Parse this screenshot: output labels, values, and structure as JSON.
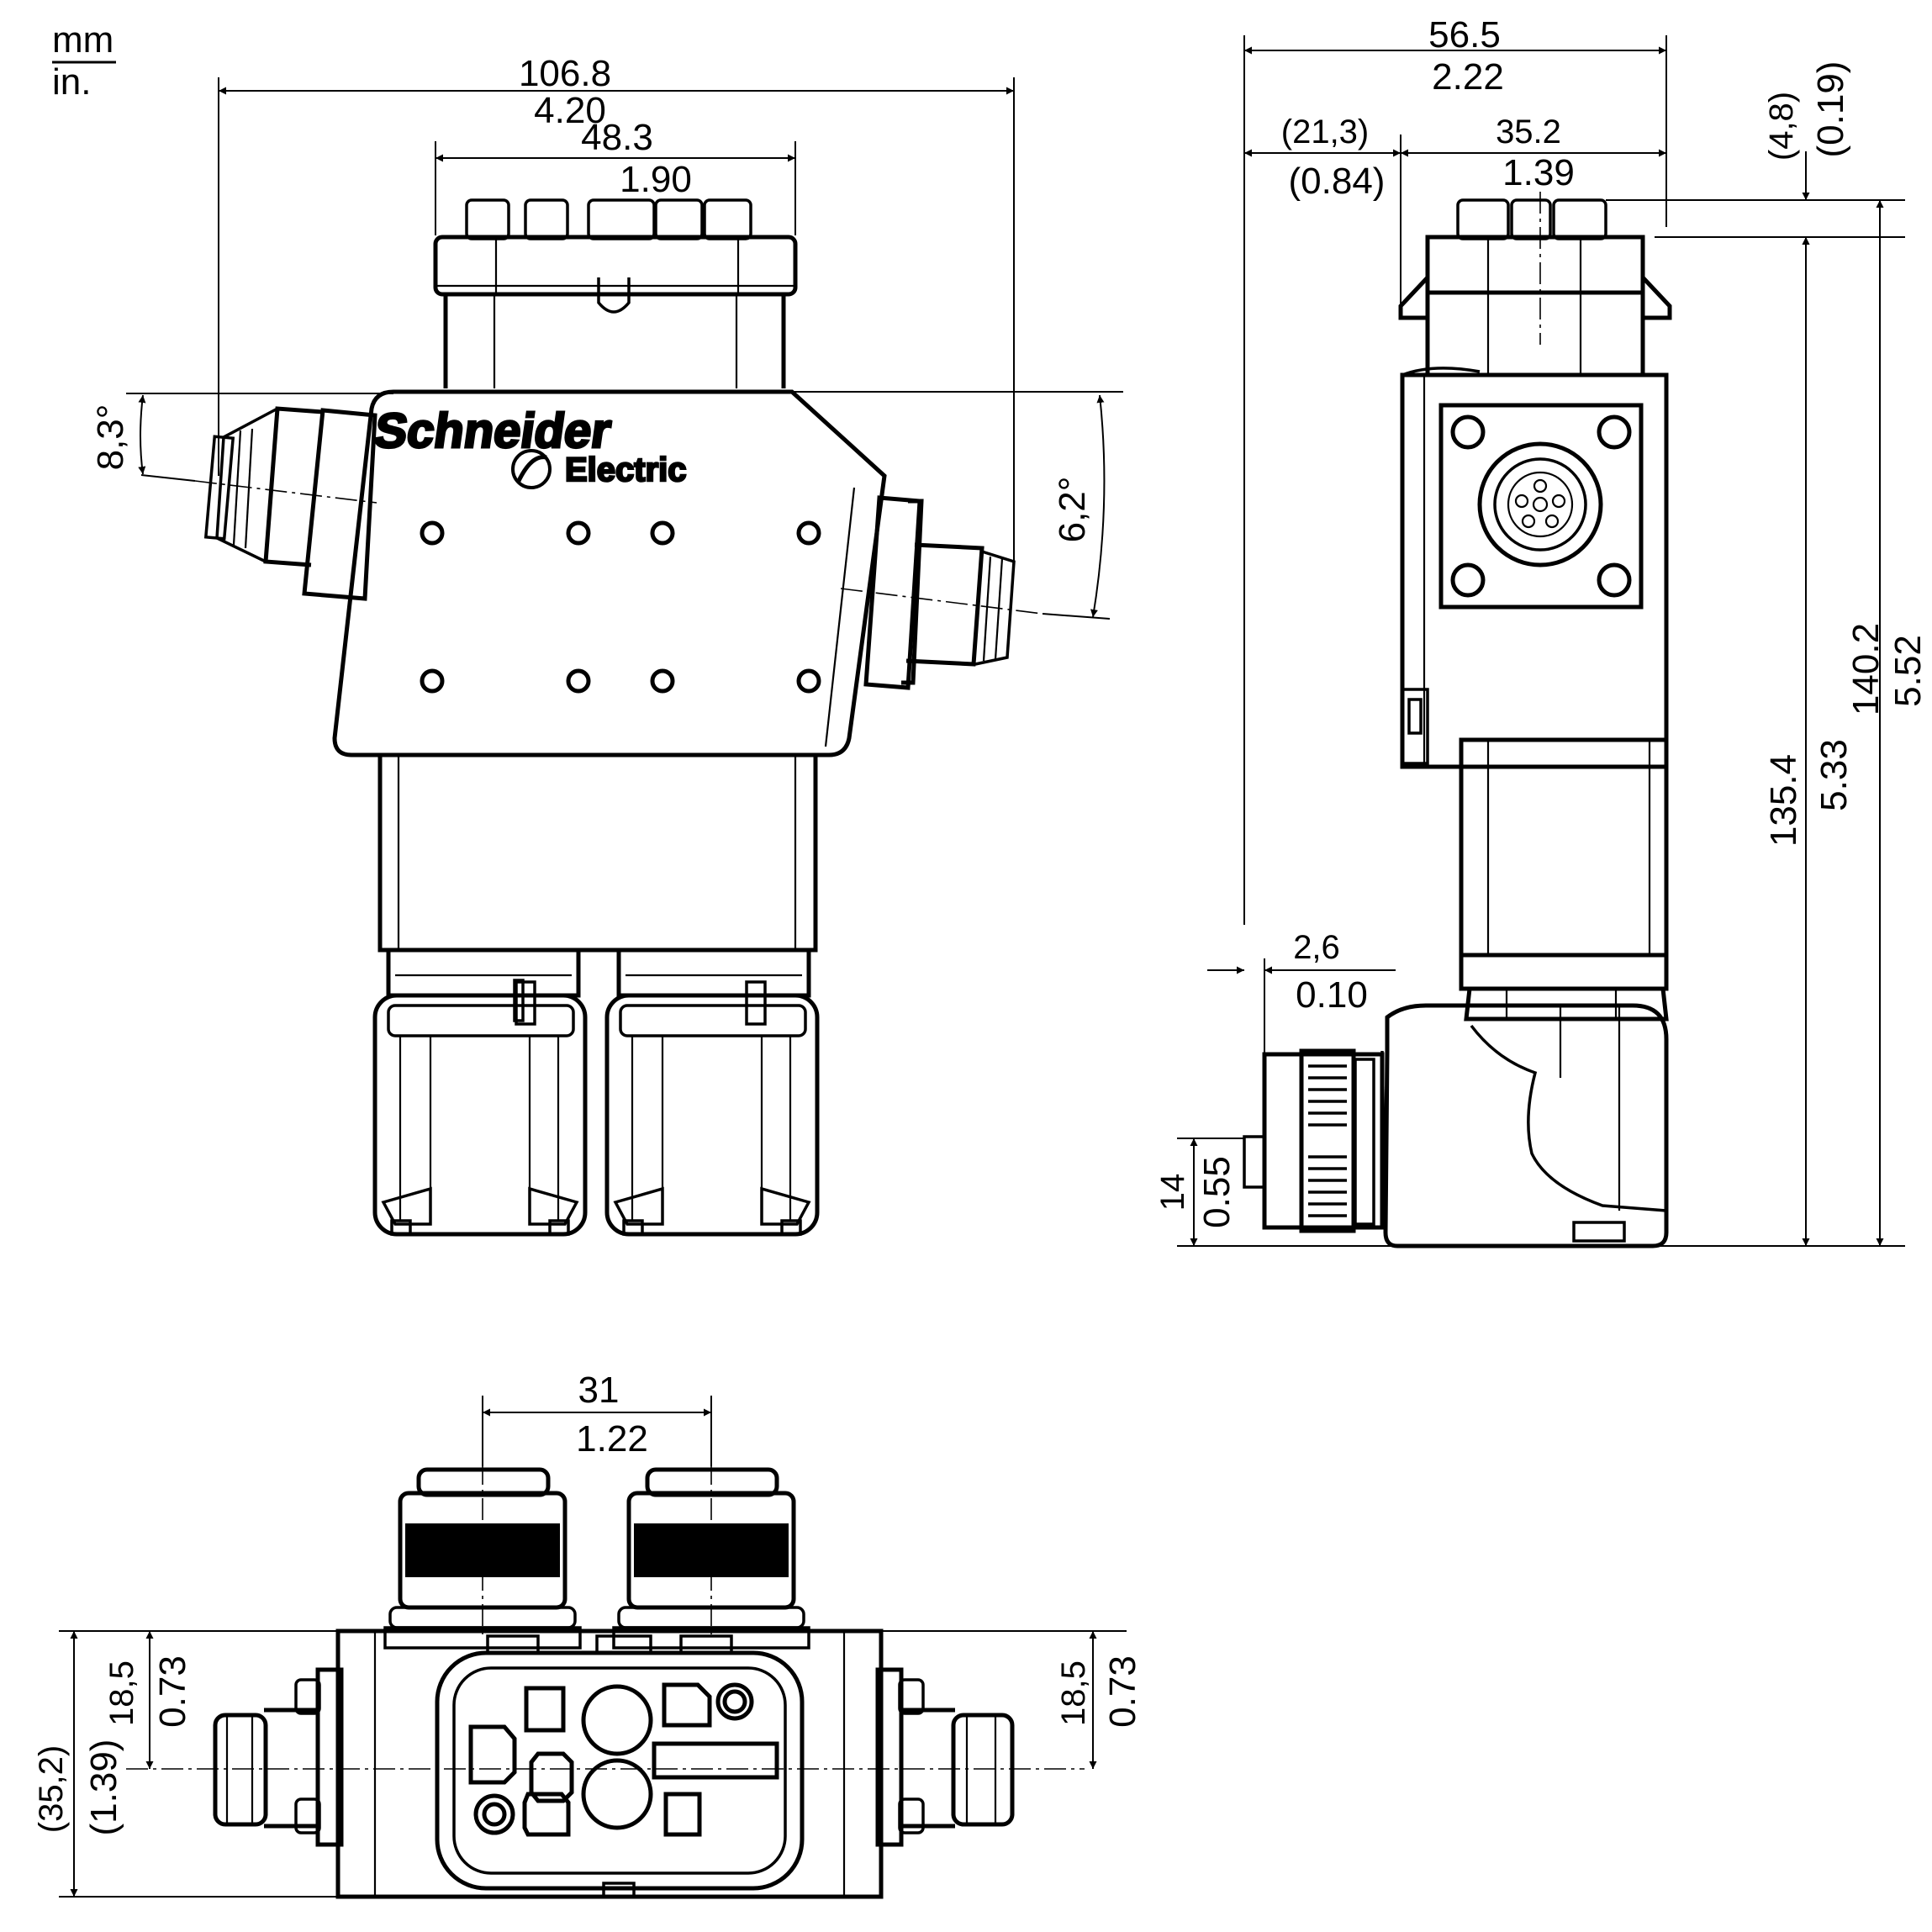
{
  "units": {
    "top": "mm",
    "bottom": "in."
  },
  "front_view": {
    "overall_width": {
      "mm": "106.8",
      "in": "4.20"
    },
    "connector_width": {
      "mm": "48.3",
      "in": "1.90"
    },
    "left_angle": "8,3°",
    "right_angle": "6,2°",
    "logo": {
      "line1": "Schneider",
      "line2": "Electric"
    }
  },
  "side_view": {
    "overall_depth": {
      "mm": "56.5",
      "in": "2.22"
    },
    "offset_depth": {
      "mm": "(21,3)",
      "in": "(0.84)"
    },
    "body_depth": {
      "mm": "35.2",
      "in": "1.39"
    },
    "top_offset": {
      "mm": "(4,8)",
      "in": "(0.19)"
    },
    "overall_height": {
      "mm": "140.2",
      "in": "5.52"
    },
    "body_height": {
      "mm": "135.4",
      "in": "5.33"
    },
    "flange_offset": {
      "mm": "2,6",
      "in": "0.10"
    },
    "connector_height": {
      "mm": "14",
      "in": "0.55"
    }
  },
  "bottom_view": {
    "connector_spacing": {
      "mm": "31",
      "in": "1.22"
    },
    "left_center": {
      "mm": "18,5",
      "in": "0.73"
    },
    "right_center": {
      "mm": "18,5",
      "in": "0.73"
    },
    "overall_depth": {
      "mm": "(35,2)",
      "in": "(1.39)"
    }
  }
}
